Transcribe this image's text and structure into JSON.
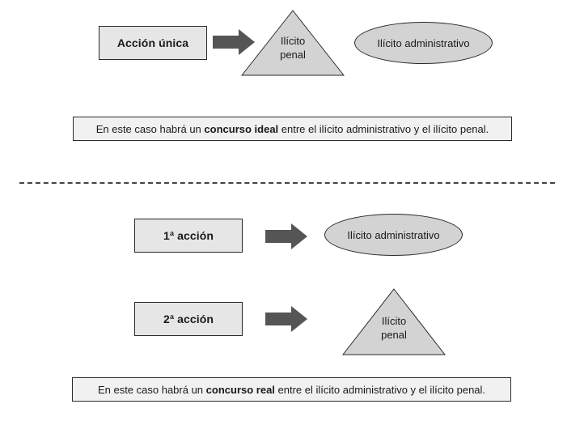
{
  "section1": {
    "action_label": "Acción única",
    "triangle_line1": "Ilícito",
    "triangle_line2": "penal",
    "ellipse_label": "Ilícito administrativo",
    "note": {
      "prefix": "En este caso habrá un ",
      "bold": "concurso ideal",
      "suffix": " entre el ilícito administrativo y el ilícito penal."
    }
  },
  "section2": {
    "action1_label": "1ª acción",
    "ellipse_label": "Ilícito administrativo",
    "action2_label": "2ª acción",
    "triangle_line1": "Ilícito",
    "triangle_line2": "penal",
    "note": {
      "prefix": "En este caso habrá un ",
      "bold": "concurso real",
      "suffix": " entre el ilícito administrativo y el ilícito penal."
    }
  },
  "colors": {
    "shape_fill": "#d3d3d3",
    "box_fill": "#e6e6e6",
    "arrow_fill": "#555555",
    "outline": "#2a2a2a"
  }
}
